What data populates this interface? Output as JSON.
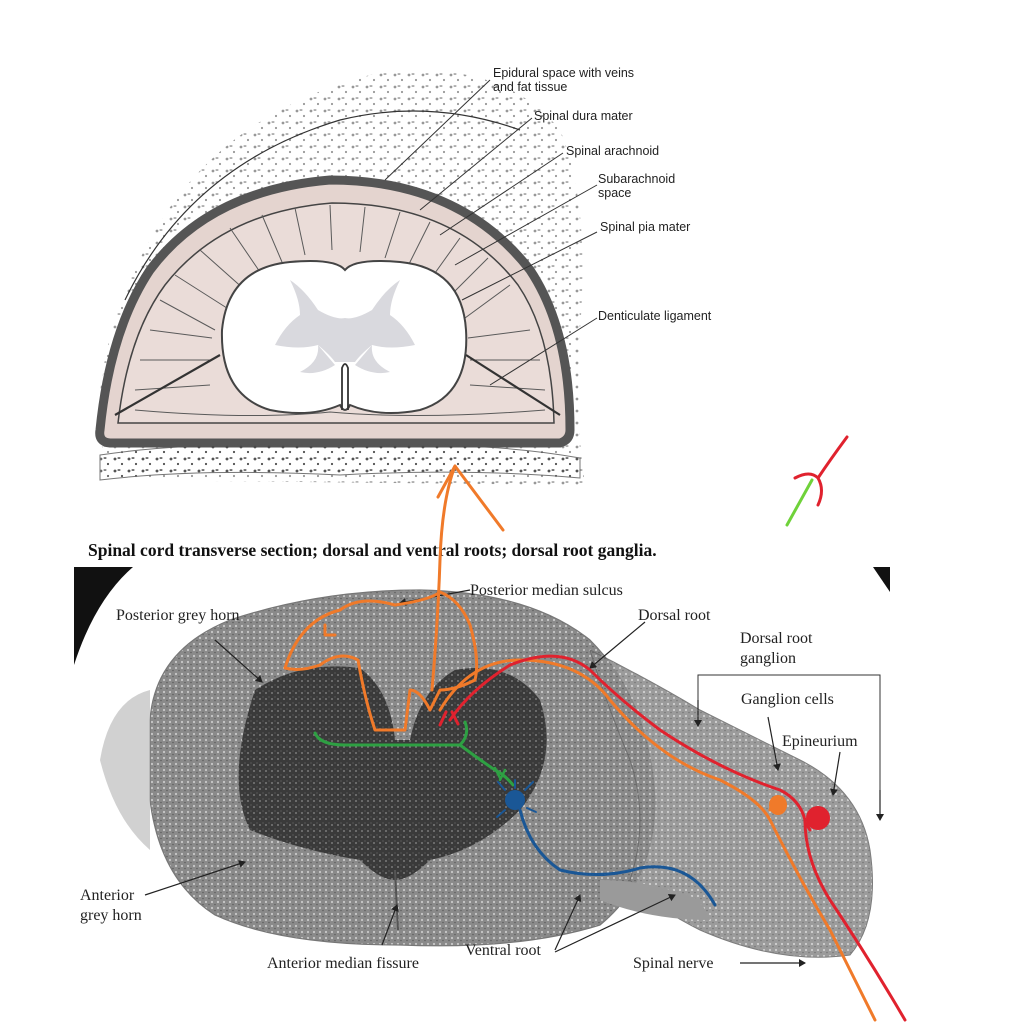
{
  "top_diagram": {
    "labels": {
      "epidural": [
        "Epidural space with veins",
        "and fat tissue"
      ],
      "dura": "Spinal dura mater",
      "arachnoid": "Spinal arachnoid",
      "subarachnoid": [
        "Subarachnoid",
        "space"
      ],
      "pia": "Spinal pia mater",
      "denticulate": "Denticulate ligament"
    }
  },
  "caption": "Spinal cord transverse section; dorsal and ventral roots; dorsal root ganglia.",
  "micrograph": {
    "labels": {
      "posterior_median_sulcus": "Posterior median sulcus",
      "posterior_grey_horn": "Posterior grey horn",
      "dorsal_root": "Dorsal root",
      "dorsal_root_ganglion": [
        "Dorsal root",
        "ganglion"
      ],
      "ganglion_cells": "Ganglion cells",
      "epineurium": "Epineurium",
      "anterior_grey_horn": [
        "Anterior",
        "grey horn"
      ],
      "ventral_root": "Ventral root",
      "anterior_median_fissure": "Anterior median fissure",
      "spinal_nerve": "Spinal nerve"
    }
  },
  "colors": {
    "orange": "#f07a2a",
    "red": "#e0222e",
    "green": "#2ea043",
    "blue": "#1a5796",
    "lightgreen": "#6fd23a",
    "meninges_fill": "#eadcd8",
    "grey_matter": "#d9d9de"
  }
}
